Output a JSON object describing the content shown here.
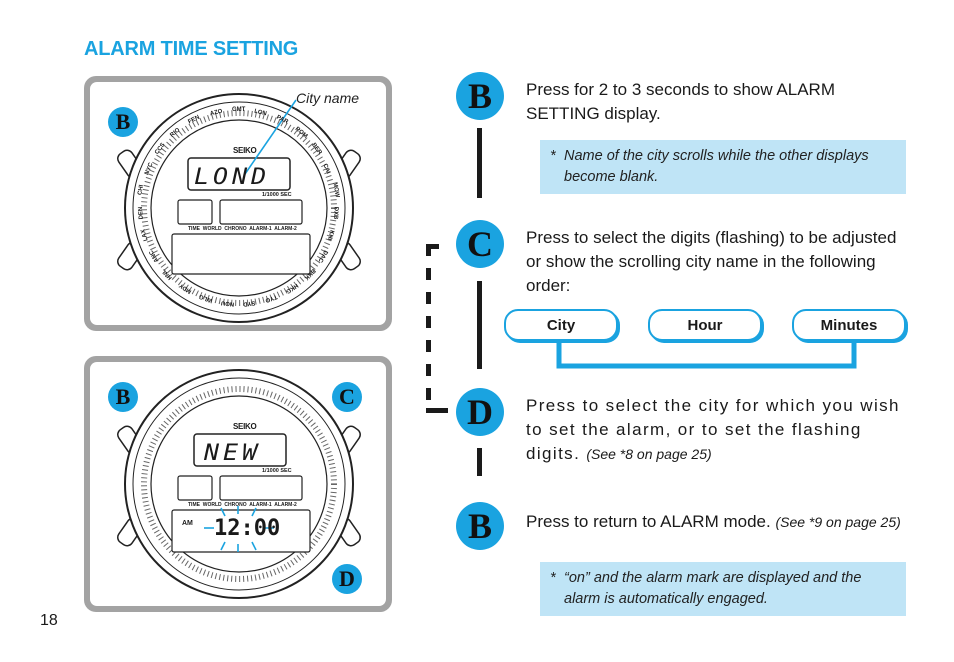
{
  "page": {
    "title": "ALARM TIME SETTING",
    "page_number": "18"
  },
  "figure1": {
    "button_b": "B",
    "caption": "City name",
    "display_text": "LOND",
    "brand": "SEIKO",
    "ticker": "1/1000 SEC",
    "modes": "TIME  WORLD  CHRONO  ALARM-1  ALARM-2",
    "bezel": [
      "GMT",
      "LON",
      "PAR",
      "ROM",
      "BER",
      "CAI",
      "MOW",
      "DXB",
      "KHI",
      "DAC",
      "BKK",
      "HKG",
      "TYO",
      "SYD",
      "NOU",
      "WLG",
      "MDY",
      "HNL",
      "ANC",
      "LAX",
      "DEN",
      "CHI",
      "NYC",
      "CCS",
      "RIO",
      "FEN",
      "AZO"
    ]
  },
  "figure2": {
    "button_b": "B",
    "button_c": "C",
    "button_d": "D",
    "display_text": "NEW",
    "brand": "SEIKO",
    "ticker": "1/1000 SEC",
    "modes": "TIME  WORLD  CHRONO  ALARM-1  ALARM-2",
    "am": "AM",
    "time": "12:00"
  },
  "steps": [
    {
      "key": "B",
      "text": "Press for 2 to 3 seconds to show ALARM SETTING display."
    },
    {
      "key": "C",
      "text": "Press to select the digits (flashing) to be adjusted or show the scrolling city name in the following order:"
    },
    {
      "key": "D",
      "text": "Press to select the city for which you wish to set the alarm, or to set the flashing digits.",
      "ref": "(See *8 on page 25)"
    },
    {
      "key": "B",
      "text": "Press to return to ALARM mode.",
      "ref": "(See *9 on page 25)"
    }
  ],
  "notes": [
    {
      "mark": "*",
      "text": "Name of the city scrolls while the other displays become blank."
    },
    {
      "mark": "*",
      "text": "“on” and the alarm mark are displayed and the alarm is automatically engaged."
    }
  ],
  "sequence": [
    "City",
    "Hour",
    "Minutes"
  ],
  "colors": {
    "accent": "#1aa3e0",
    "note_bg": "#bfe4f6",
    "panel_border": "#a3a3a3"
  }
}
